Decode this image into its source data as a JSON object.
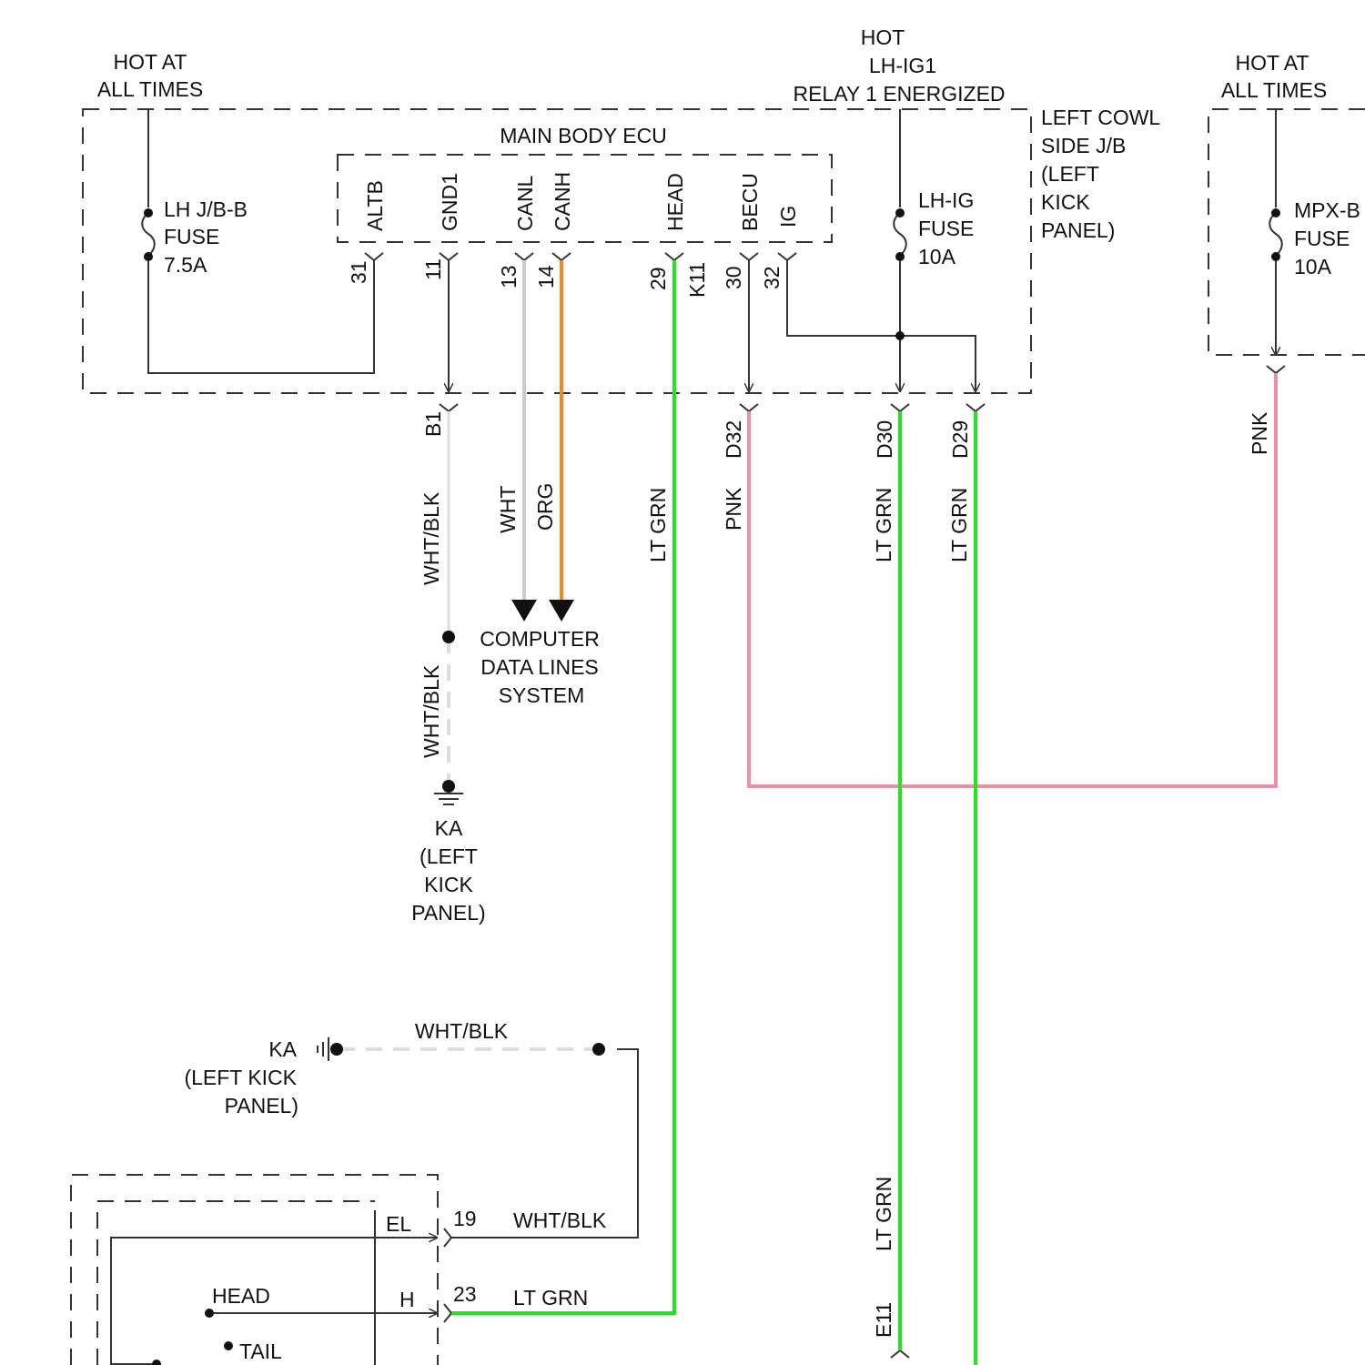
{
  "diagram": {
    "hot_left": [
      "HOT AT",
      "ALL TIMES"
    ],
    "hot_center": [
      "HOT",
      "LH-IG1",
      "RELAY 1 ENERGIZED"
    ],
    "hot_right": [
      "HOT AT",
      "ALL TIMES"
    ],
    "junction_block": [
      "LEFT COWL",
      "SIDE J/B",
      "(LEFT",
      "KICK",
      "PANEL)"
    ],
    "ecu_title": "MAIN BODY ECU",
    "fuses": [
      {
        "lines": [
          "LH J/B-B",
          "FUSE",
          "7.5A"
        ]
      },
      {
        "lines": [
          "LH-IG",
          "FUSE",
          "10A"
        ]
      },
      {
        "lines": [
          "MPX-B",
          "FUSE",
          "10A"
        ]
      }
    ],
    "ecu_pins": [
      {
        "name": "ALTB",
        "pin": "31"
      },
      {
        "name": "GND1",
        "pin": "11"
      },
      {
        "name": "CANL",
        "pin": "13"
      },
      {
        "name": "CANH",
        "pin": "14"
      },
      {
        "name": "HEAD",
        "pin": "29"
      },
      {
        "name": "BECU",
        "pin": "30"
      },
      {
        "name": "IG",
        "pin": "32"
      }
    ],
    "connector_k11": "K11",
    "jb_connectors": [
      "B1",
      "D32",
      "D30",
      "D29"
    ],
    "wire_labels": {
      "b1": "WHT/BLK",
      "canl": "WHT",
      "canh": "ORG",
      "head": "LT GRN",
      "d32": "PNK",
      "d30": "LT GRN",
      "d29": "LT GRN",
      "mpx": "PNK",
      "ground_wire": "WHT/BLK",
      "lower_ground": "WHT/BLK",
      "el_wire": "WHT/BLK",
      "head_wire": "LT GRN",
      "e11_wire": "LT GRN"
    },
    "data_lines": [
      "COMPUTER",
      "DATA LINES",
      "SYSTEM"
    ],
    "ground_upper": [
      "KA",
      "(LEFT",
      "KICK",
      "PANEL)"
    ],
    "ground_lower": [
      "KA",
      "(LEFT KICK",
      "PANEL)"
    ],
    "switch": {
      "el": "EL",
      "h": "H",
      "pin_19": "19",
      "pin_23": "23",
      "head": "HEAD",
      "tail": "TAIL"
    },
    "connector_e11": "E11",
    "colors": {
      "lt_grn": "#22e622",
      "pnk": "#ee8fa8",
      "org": "#f08a1a",
      "wht": "#cccccc",
      "wht_blk": "#dddddd",
      "line": "#333333"
    }
  }
}
